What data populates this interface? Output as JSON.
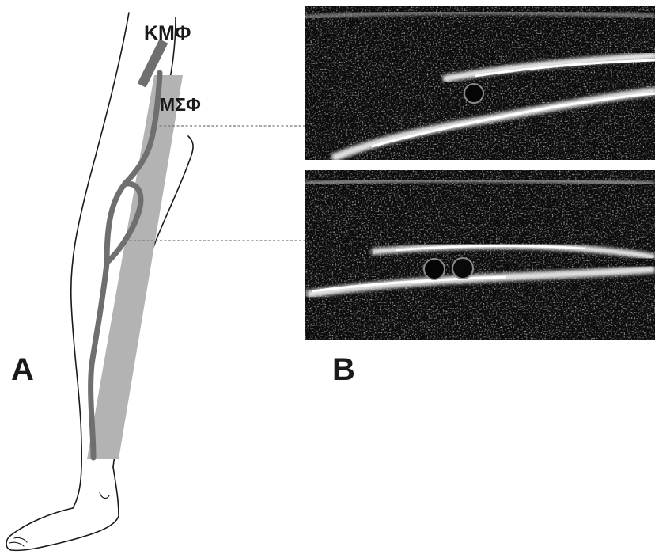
{
  "figure": {
    "vein_labels": {
      "kmf": "ΚΜΦ",
      "msf": "ΜΣΦ"
    },
    "panel_labels": {
      "a": "A",
      "b": "B"
    }
  },
  "colors": {
    "vein": "#6f6f6f",
    "vein_band": "#b3b3b3",
    "outline": "#1a1a1a",
    "leader_line": "#777777",
    "ultrasound_bg": "#0b0b0b",
    "ultrasound_tissue": "#e6e6e6"
  }
}
